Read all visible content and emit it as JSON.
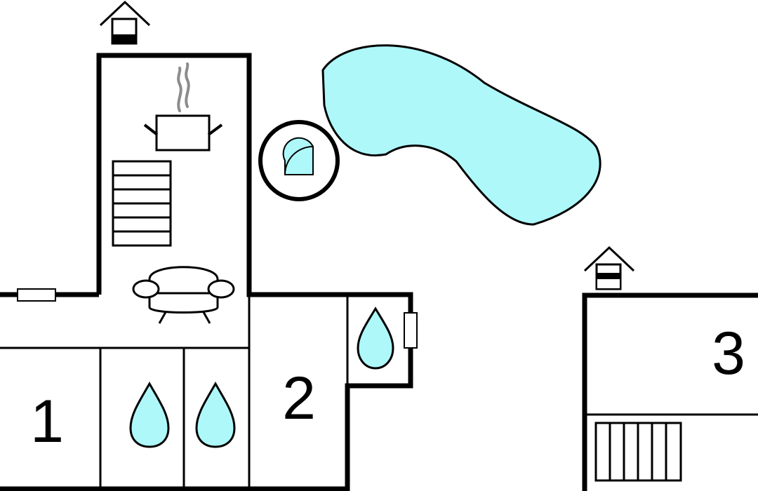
{
  "colors": {
    "water": "#aef8fa",
    "line": "#000000",
    "background": "#ffffff",
    "steam": "#8c8c8c"
  },
  "rooms": [
    {
      "label": "1"
    },
    {
      "label": "2"
    },
    {
      "label": "3"
    }
  ],
  "icons": [
    "house-entrance-icon",
    "cooking-pot-icon",
    "stairs-icon",
    "sofa-icon",
    "shower-icon",
    "water-drop-icon",
    "swimming-pool-icon",
    "window-icon"
  ]
}
